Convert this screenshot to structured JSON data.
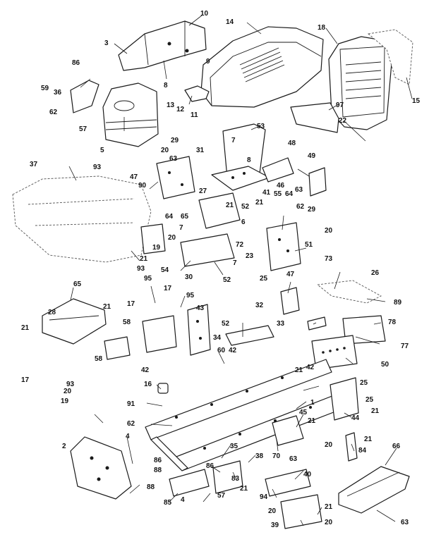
{
  "colors": {
    "ink": "#1a1a1a",
    "paper": "#ffffff"
  },
  "callouts": [
    {
      "id": "c10",
      "text": "10"
    },
    {
      "id": "c3",
      "text": "3"
    },
    {
      "id": "c9a",
      "text": "9"
    },
    {
      "id": "c8a",
      "text": "8"
    },
    {
      "id": "c14",
      "text": "14"
    },
    {
      "id": "c18",
      "text": "18"
    },
    {
      "id": "c15",
      "text": "15"
    },
    {
      "id": "c86a",
      "text": "86"
    },
    {
      "id": "c59",
      "text": "59"
    },
    {
      "id": "c36",
      "text": "36"
    },
    {
      "id": "c62a",
      "text": "62"
    },
    {
      "id": "c57a",
      "text": "57"
    },
    {
      "id": "c5",
      "text": "5"
    },
    {
      "id": "c13",
      "text": "13"
    },
    {
      "id": "c12",
      "text": "12"
    },
    {
      "id": "c11",
      "text": "11"
    },
    {
      "id": "c97",
      "text": "97"
    },
    {
      "id": "c22",
      "text": "22"
    },
    {
      "id": "c53",
      "text": "53"
    },
    {
      "id": "c37",
      "text": "37"
    },
    {
      "id": "c93a",
      "text": "93"
    },
    {
      "id": "c29a",
      "text": "29"
    },
    {
      "id": "c20a",
      "text": "20"
    },
    {
      "id": "c63a",
      "text": "63"
    },
    {
      "id": "c47a",
      "text": "47"
    },
    {
      "id": "c90",
      "text": "90"
    },
    {
      "id": "c31",
      "text": "31"
    },
    {
      "id": "c7a",
      "text": "7"
    },
    {
      "id": "c8b",
      "text": "8"
    },
    {
      "id": "c48",
      "text": "48"
    },
    {
      "id": "c49",
      "text": "49"
    },
    {
      "id": "c46",
      "text": "46"
    },
    {
      "id": "c41",
      "text": "41"
    },
    {
      "id": "c55",
      "text": "55"
    },
    {
      "id": "c64a",
      "text": "64"
    },
    {
      "id": "c63b",
      "text": "63"
    },
    {
      "id": "c27",
      "text": "27"
    },
    {
      "id": "c64b",
      "text": "64"
    },
    {
      "id": "c65a",
      "text": "65"
    },
    {
      "id": "c21a",
      "text": "21"
    },
    {
      "id": "c52a",
      "text": "52"
    },
    {
      "id": "c21b",
      "text": "21"
    },
    {
      "id": "c62b",
      "text": "62"
    },
    {
      "id": "c29b",
      "text": "29"
    },
    {
      "id": "c6",
      "text": "6"
    },
    {
      "id": "c20b",
      "text": "20"
    },
    {
      "id": "c7b",
      "text": "7"
    },
    {
      "id": "c19a",
      "text": "19"
    },
    {
      "id": "c20c",
      "text": "20"
    },
    {
      "id": "c72",
      "text": "72"
    },
    {
      "id": "c23",
      "text": "23"
    },
    {
      "id": "c51",
      "text": "51"
    },
    {
      "id": "c21c",
      "text": "21"
    },
    {
      "id": "c93b",
      "text": "93"
    },
    {
      "id": "c54",
      "text": "54"
    },
    {
      "id": "c7c",
      "text": "7"
    },
    {
      "id": "c73",
      "text": "73"
    },
    {
      "id": "c30",
      "text": "30"
    },
    {
      "id": "c52b",
      "text": "52"
    },
    {
      "id": "c47b",
      "text": "47"
    },
    {
      "id": "c26",
      "text": "26"
    },
    {
      "id": "c65b",
      "text": "65"
    },
    {
      "id": "c95a",
      "text": "95"
    },
    {
      "id": "c25a",
      "text": "25"
    },
    {
      "id": "c17a",
      "text": "17"
    },
    {
      "id": "c95b",
      "text": "95"
    },
    {
      "id": "c28",
      "text": "28"
    },
    {
      "id": "c21d",
      "text": "21"
    },
    {
      "id": "c17b",
      "text": "17"
    },
    {
      "id": "c43",
      "text": "43"
    },
    {
      "id": "c32",
      "text": "32"
    },
    {
      "id": "c89",
      "text": "89"
    },
    {
      "id": "c58a",
      "text": "58"
    },
    {
      "id": "c52c",
      "text": "52"
    },
    {
      "id": "c33",
      "text": "33"
    },
    {
      "id": "c78",
      "text": "78"
    },
    {
      "id": "c21e",
      "text": "21"
    },
    {
      "id": "c34",
      "text": "34"
    },
    {
      "id": "c77",
      "text": "77"
    },
    {
      "id": "c58b",
      "text": "58"
    },
    {
      "id": "c60",
      "text": "60"
    },
    {
      "id": "c42a",
      "text": "42"
    },
    {
      "id": "c42b",
      "text": "42"
    },
    {
      "id": "c17c",
      "text": "17"
    },
    {
      "id": "c93c",
      "text": "93"
    },
    {
      "id": "c20d",
      "text": "20"
    },
    {
      "id": "c19b",
      "text": "19"
    },
    {
      "id": "c21f",
      "text": "21"
    },
    {
      "id": "c50",
      "text": "50"
    },
    {
      "id": "c42c",
      "text": "42"
    },
    {
      "id": "c16",
      "text": "16"
    },
    {
      "id": "c25b",
      "text": "25"
    },
    {
      "id": "c1",
      "text": "1"
    },
    {
      "id": "c91",
      "text": "91"
    },
    {
      "id": "c25c",
      "text": "25"
    },
    {
      "id": "c21g",
      "text": "21"
    },
    {
      "id": "c45",
      "text": "45"
    },
    {
      "id": "c44",
      "text": "44"
    },
    {
      "id": "c62c",
      "text": "62"
    },
    {
      "id": "c21h",
      "text": "21"
    },
    {
      "id": "c4a",
      "text": "4"
    },
    {
      "id": "c35",
      "text": "35"
    },
    {
      "id": "c70",
      "text": "70"
    },
    {
      "id": "c20e",
      "text": "20"
    },
    {
      "id": "c21i",
      "text": "21"
    },
    {
      "id": "c2",
      "text": "2"
    },
    {
      "id": "c84",
      "text": "84"
    },
    {
      "id": "c63c",
      "text": "63"
    },
    {
      "id": "c86b",
      "text": "86"
    },
    {
      "id": "c38",
      "text": "38"
    },
    {
      "id": "c66",
      "text": "66"
    },
    {
      "id": "c88a",
      "text": "88"
    },
    {
      "id": "c86c",
      "text": "86"
    },
    {
      "id": "c83",
      "text": "83"
    },
    {
      "id": "c40",
      "text": "40"
    },
    {
      "id": "c88b",
      "text": "88"
    },
    {
      "id": "c21j",
      "text": "21"
    },
    {
      "id": "c94",
      "text": "94"
    },
    {
      "id": "c85",
      "text": "85"
    },
    {
      "id": "c4b",
      "text": "4"
    },
    {
      "id": "c57b",
      "text": "57"
    },
    {
      "id": "c20f",
      "text": "20"
    },
    {
      "id": "c21k",
      "text": "21"
    },
    {
      "id": "c39",
      "text": "39"
    },
    {
      "id": "c20g",
      "text": "20"
    },
    {
      "id": "c63d",
      "text": "63"
    }
  ]
}
